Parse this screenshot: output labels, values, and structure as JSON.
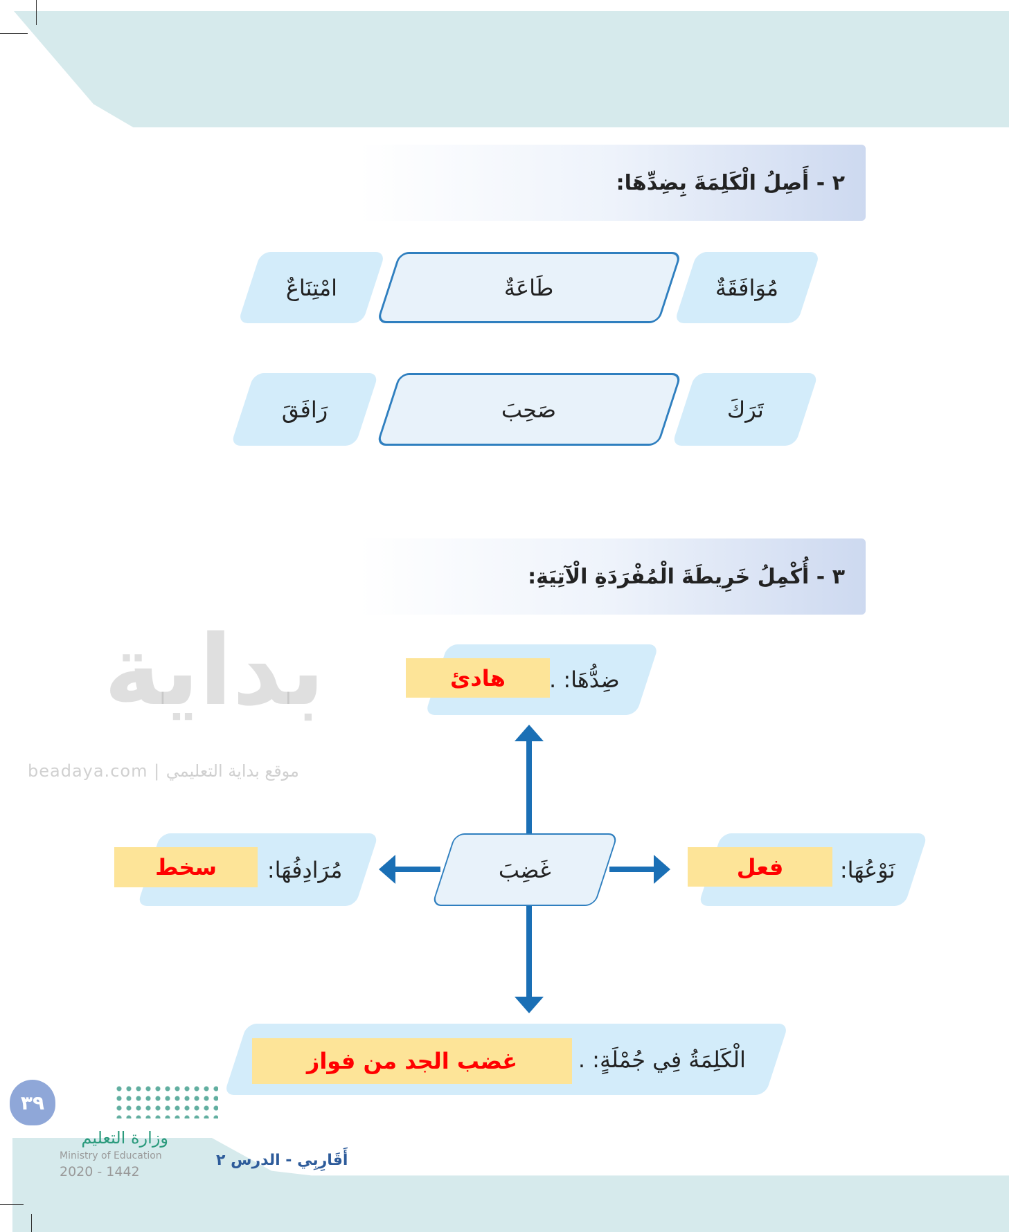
{
  "exercise2": {
    "title": "٢ - أَصِلُ الْكَلِمَةَ بِضِدِّهَا:",
    "rows": [
      {
        "left": "امْتِنَاعٌ",
        "center": "طَاعَةٌ",
        "right": "مُوَافَقَةٌ"
      },
      {
        "left": "رَافَقَ",
        "center": "صَحِبَ",
        "right": "تَرَكَ"
      }
    ]
  },
  "exercise3": {
    "title": "٣ - أُكْمِلُ خَرِيطَةَ الْمُفْرَدَةِ الْآتِيَةِ:",
    "word": "غَضِبَ",
    "antonym": {
      "label": "ضِدُّهَا: .",
      "answer": "هادئ"
    },
    "synonym": {
      "label": "مُرَادِفُهَا:",
      "answer": "سخط"
    },
    "type": {
      "label": "نَوْعُهَا:",
      "answer": "فعل"
    },
    "sentence": {
      "label": "الْكَلِمَةُ فِي جُمْلَةٍ: .",
      "answer": "غضب الجد من فواز"
    }
  },
  "watermark": {
    "logo": "بداية",
    "site": "beadaya.com | موقع بداية التعليمي"
  },
  "footer": {
    "lesson": "أَقَارِبِي - الدرس ٢",
    "page_number": "٣٩",
    "ministry_ar": "وزارة التعليم",
    "ministry_en": "Ministry of Education",
    "year": "2020 - 1442"
  }
}
